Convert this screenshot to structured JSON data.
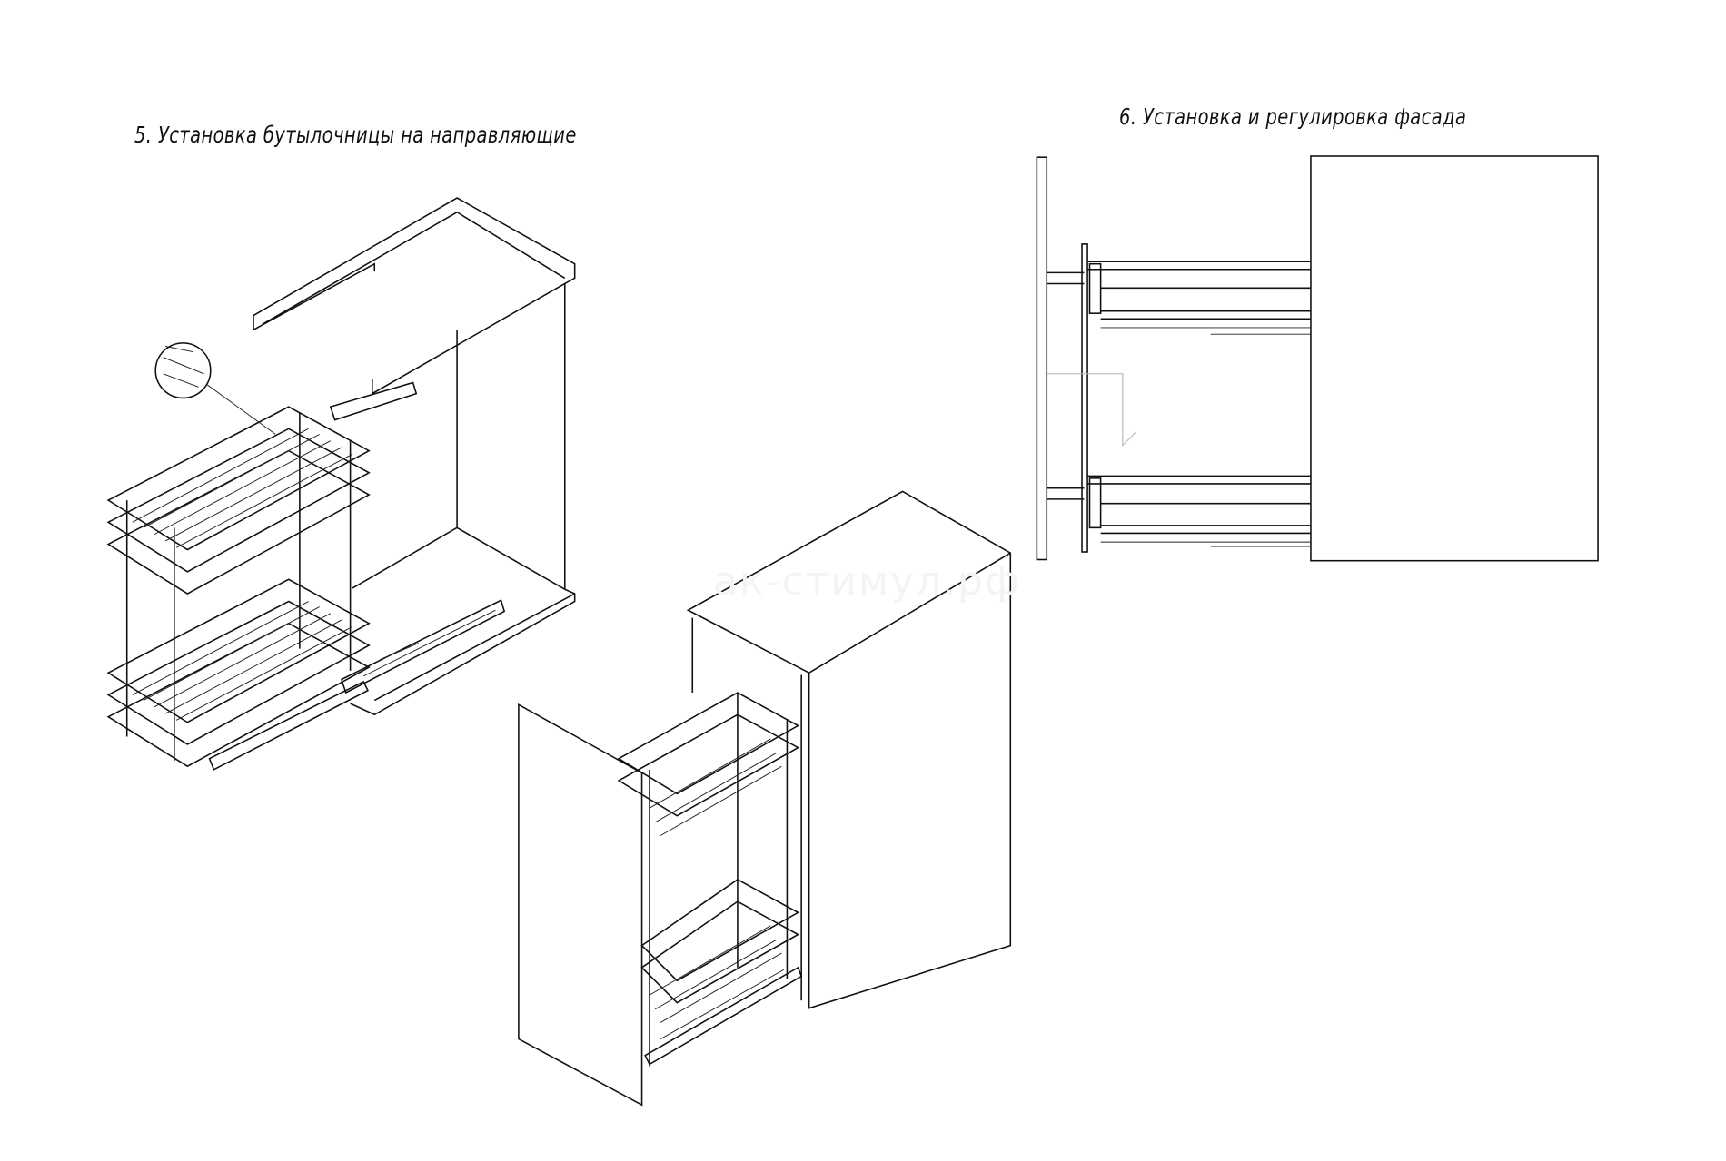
{
  "step5": {
    "title": "5. Установка бутылочницы на направляющие"
  },
  "step6": {
    "title": "6. Установка и регулировка фасада"
  },
  "watermark": "ак-стимул.рф"
}
